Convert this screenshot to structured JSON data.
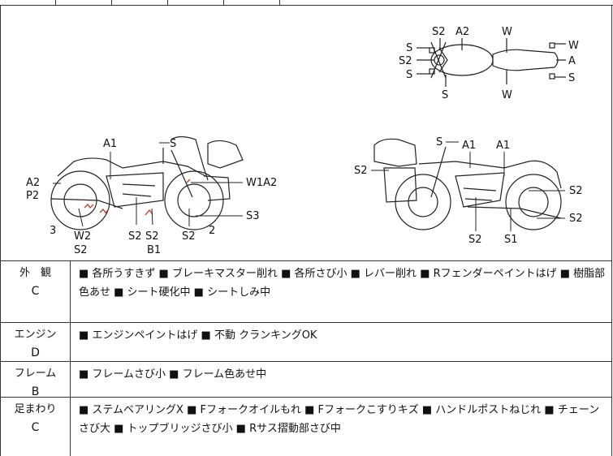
{
  "diagram": {
    "top_view": {
      "labels": [
        "S2",
        "A2",
        "W",
        "S",
        "S2",
        "S",
        "S",
        "W",
        "A",
        "S",
        "W"
      ]
    },
    "left_side": {
      "labels": [
        "A1",
        "S",
        "A2",
        "P2",
        "W1A2",
        "S3",
        "3",
        "W2",
        "S2",
        "S2",
        "S2",
        "B1",
        "S2",
        "2"
      ]
    },
    "right_side": {
      "labels": [
        "S",
        "A1",
        "A1",
        "S2",
        "S2",
        "S2",
        "S2",
        "S1"
      ]
    }
  },
  "rows": [
    {
      "category": "外　観",
      "grade": "C",
      "text": "■ 各所うすきず ■ ブレーキマスター削れ ■ 各所さび小 ■ レバー削れ ■ Rフェンダーペイントはげ ■ 樹脂部色あせ ■ シート硬化中 ■ シートしみ中"
    },
    {
      "category": "エンジン",
      "grade": "D",
      "text": "■ エンジンペイントはげ ■ 不動 クランキングOK"
    },
    {
      "category": "フレーム",
      "grade": "B",
      "text": "■ フレームさび小 ■ フレーム色あせ中"
    },
    {
      "category": "足まわり",
      "grade": "C",
      "text": "■ ステムベアリングX ■ Fフォークオイルもれ ■ Fフォークこすりキズ ■ ハンドルポストねじれ ■ チェーンさび大 ■ トップブリッジさび小 ■ Rサス摺動部さび中"
    }
  ],
  "colors": {
    "line": "#333333",
    "scratch_mark": "#c0392b"
  }
}
